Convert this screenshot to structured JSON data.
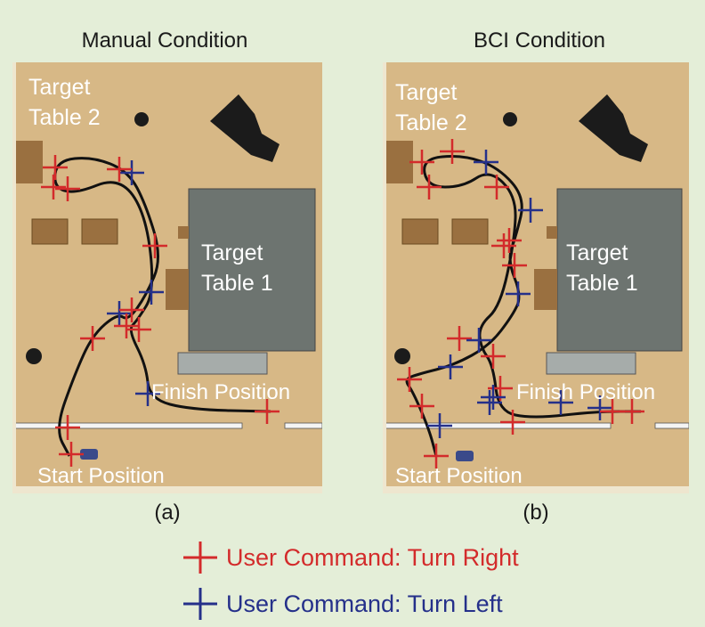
{
  "colors": {
    "background": "#e4eed8",
    "floor": "#d7b886",
    "wall": "#f4f4f4",
    "tableDark": "#6d7470",
    "furniture": "#9a7040",
    "path": "#111111",
    "right": "#d32b2b",
    "left": "#25308a"
  },
  "panels": [
    {
      "title": "Manual Condition",
      "caption": "(a)"
    },
    {
      "title": "BCI Condition",
      "caption": "(b)"
    }
  ],
  "map_labels": {
    "target2_line1": "Target",
    "target2_line2": "Table 2",
    "target1_line1": "Target",
    "target1_line2": "Table 1",
    "finish": "Finish Position",
    "start": "Start Position"
  },
  "legend": [
    {
      "label": "User Command: Turn Right",
      "color": "#d32b2b",
      "icon": "red-cross-icon"
    },
    {
      "label": "User Command: Turn Left",
      "color": "#25308a",
      "icon": "blue-cross-icon"
    }
  ]
}
